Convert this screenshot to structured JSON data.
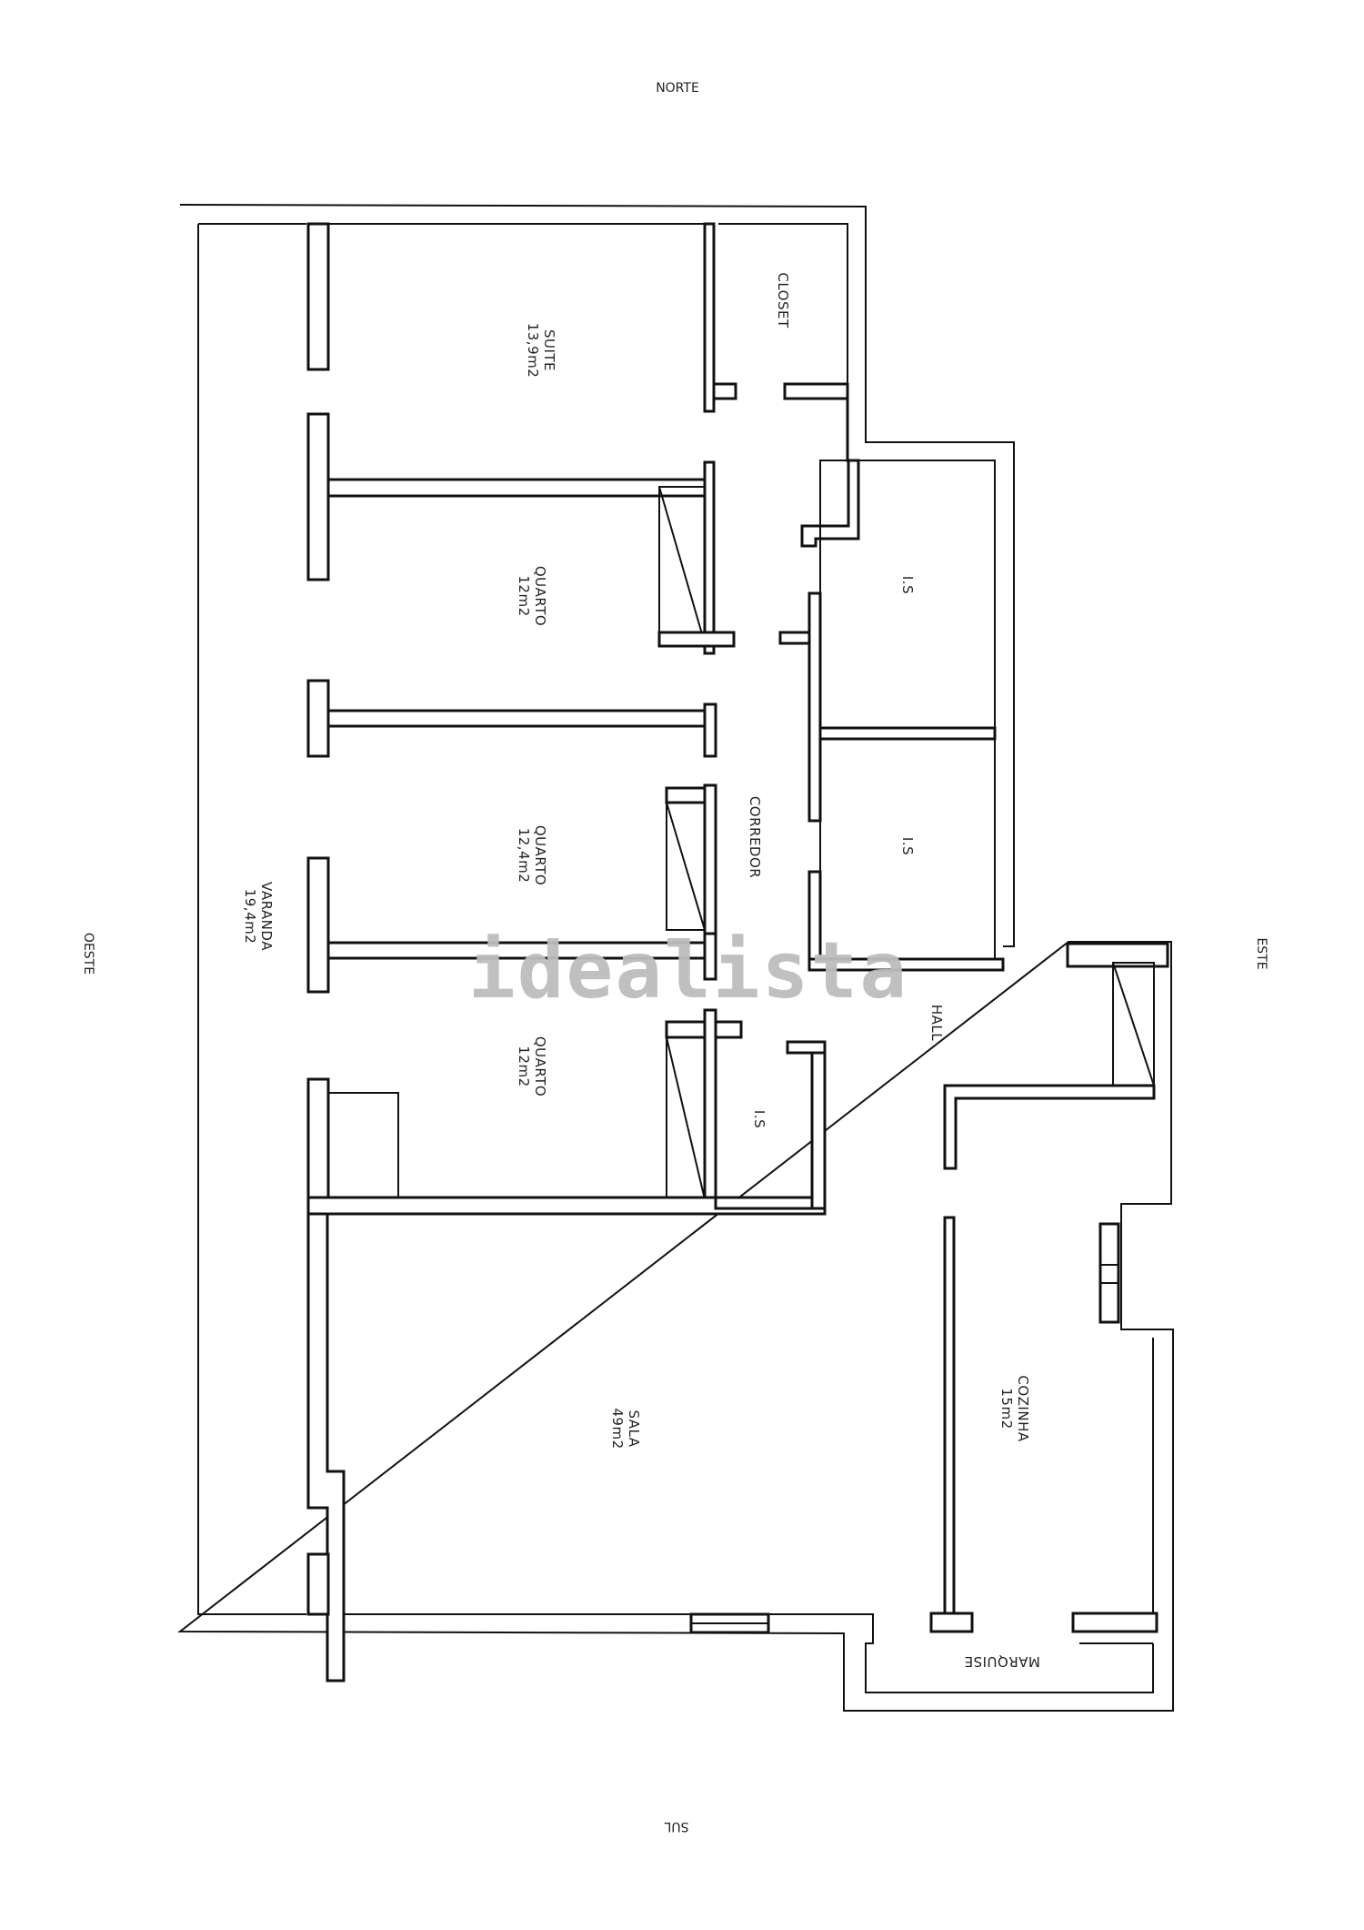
{
  "document": {
    "type": "floor plan",
    "watermark": "idealista"
  },
  "compass": {
    "north": "NORTE",
    "south": "SUL",
    "west": "OESTE",
    "east": "ESTE"
  },
  "rooms": {
    "suite": {
      "name": "SUITE",
      "area": "13,9m2"
    },
    "closet": {
      "name": "CLOSET"
    },
    "quarto_1": {
      "name": "QUARTO",
      "area": "12m2"
    },
    "quarto_2": {
      "name": "QUARTO",
      "area": "12,4m2"
    },
    "quarto_3": {
      "name": "QUARTO",
      "area": "12m2"
    },
    "is_1": {
      "name": "I.S"
    },
    "is_2": {
      "name": "I.S"
    },
    "is_3": {
      "name": "I.S"
    },
    "corredor": {
      "name": "CORREDOR"
    },
    "hall": {
      "name": "HALL"
    },
    "varanda": {
      "name": "VARANDA",
      "area": "19,4m2"
    },
    "sala": {
      "name": "SALA",
      "area": "49m2"
    },
    "cozinha": {
      "name": "COZINHA",
      "area": "15m2"
    },
    "marquise": {
      "name": "MARQUISE"
    }
  }
}
